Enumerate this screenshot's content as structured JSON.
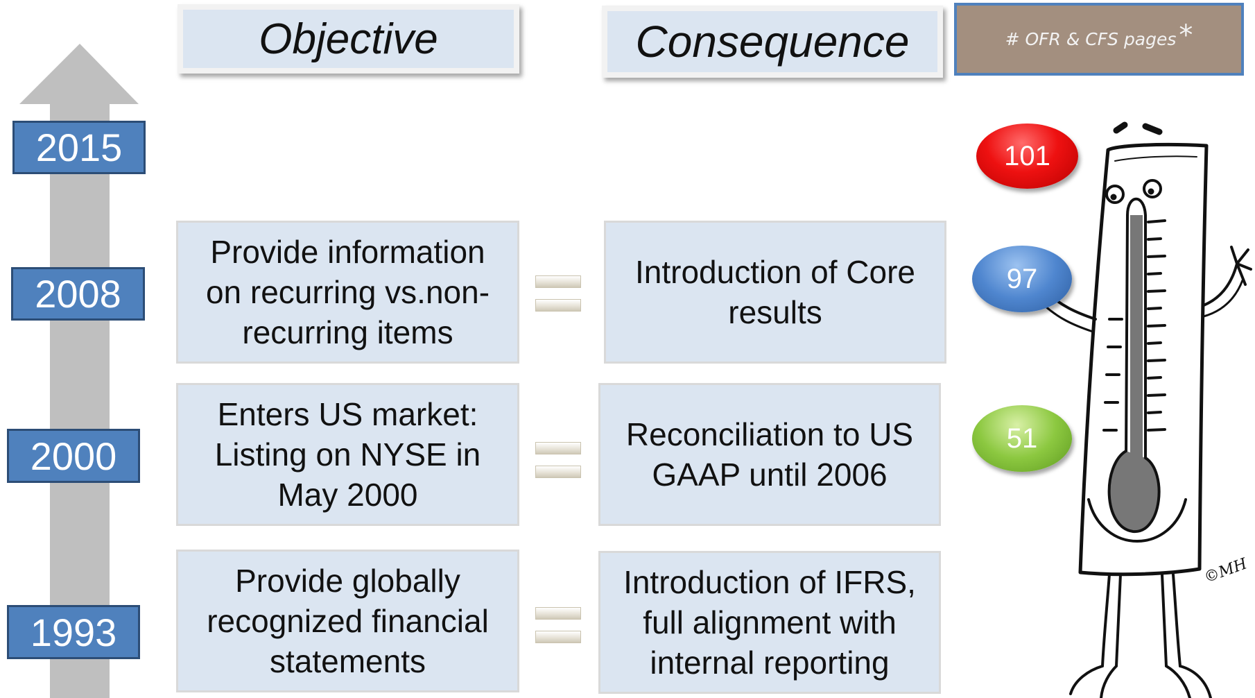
{
  "headers": {
    "objective": "Objective",
    "consequence": "Consequence",
    "pages": "# OFR & CFS pages",
    "pages_mark": "*"
  },
  "years": [
    "2015",
    "2008",
    "2000",
    "1993"
  ],
  "rows": [
    {
      "objective": "Provide information on recurring vs.non-recurring items",
      "consequence": "Introduction of Core results"
    },
    {
      "objective": "Enters US market: Listing on NYSE in May 2000",
      "consequence": "Reconciliation to US GAAP until 2006"
    },
    {
      "objective": "Provide globally recognized financial statements",
      "consequence": "Introduction of IFRS, full alignment with internal reporting"
    }
  ],
  "page_counts": [
    {
      "value": "101",
      "color": "#e60000"
    },
    {
      "value": "97",
      "color": "#4f86cf"
    },
    {
      "value": "51",
      "color": "#8cc840"
    }
  ],
  "illustration": {
    "name": "thermometer-cartoon",
    "signature": "©MH"
  }
}
